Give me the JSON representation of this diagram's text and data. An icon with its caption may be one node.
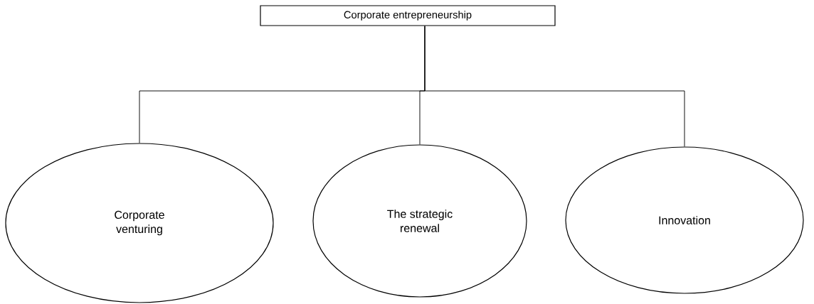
{
  "diagram": {
    "nodes": [
      {
        "text": [
          "Corporate entrepreneurship"
        ]
      },
      {
        "text": [
          "Corporate venturing"
        ]
      },
      {
        "text": [
          "The strategic renewal"
        ]
      },
      {
        "text": [
          "Innovation"
        ]
      }
    ],
    "edges": [
      {
        "from": 0,
        "to": 1,
        "arrow": "none"
      },
      {
        "from": 0,
        "to": 2,
        "arrow": "none"
      },
      {
        "from": 0,
        "to": 3,
        "arrow": "none"
      }
    ]
  }
}
